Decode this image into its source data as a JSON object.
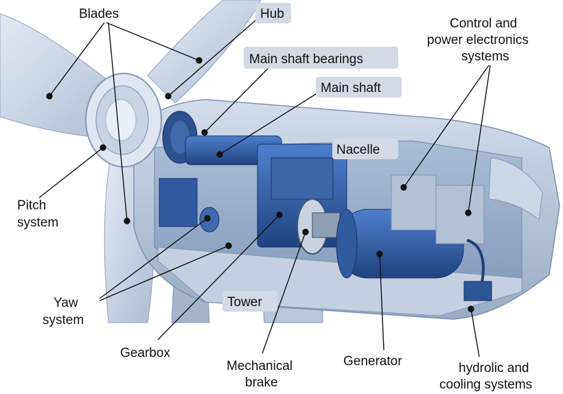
{
  "labels": {
    "blades": "Blades",
    "hub": "Hub",
    "main_shaft_bearings": "Main shaft bearings",
    "main_shaft": "Main shaft",
    "control_line1": "Control and",
    "control_line2": "power electronics",
    "control_line3": "systems",
    "nacelle": "Nacelle",
    "pitch_line1": "Pitch",
    "pitch_line2": "system",
    "yaw_line1": "Yaw",
    "yaw_line2": "system",
    "tower": "Tower",
    "gearbox": "Gearbox",
    "brake_line1": "Mechanical",
    "brake_line2": "brake",
    "generator": "Generator",
    "hydro_line1": "hydrolic and",
    "hydro_line2": "cooling systems"
  },
  "colors": {
    "blade": "#c9d3e2",
    "nacelle_shell": "#b7c5d8",
    "machinery": "#2d5aa8",
    "machinery_dark": "#1c3c7a",
    "leader_line": "#111111"
  }
}
